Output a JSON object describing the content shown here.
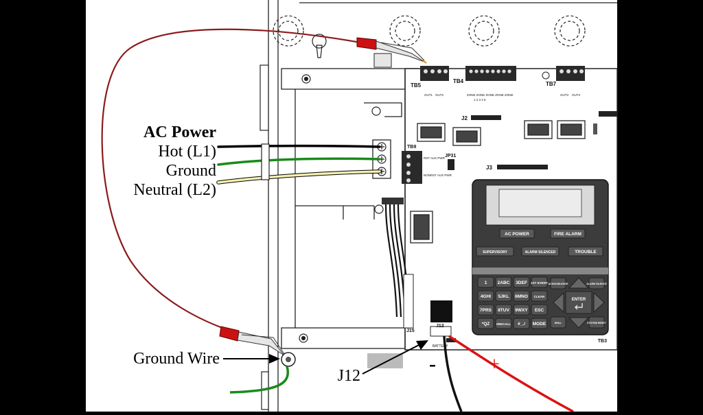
{
  "labels": {
    "ac_power_title": "AC Power",
    "hot": "Hot (L1)",
    "ground": "Ground",
    "neutral": "Neutral (L2)",
    "ground_wire": "Ground Wire",
    "j12_callout": "J12",
    "minus": "-",
    "plus": "+"
  },
  "board_labels": {
    "tb5": "TB5",
    "tb4": "TB4",
    "tb7": "TB7",
    "tb9": "TB9",
    "tb3": "TB3",
    "j2": "J2",
    "j3": "J3",
    "j12": "J12",
    "j15": "J15",
    "jp31": "JP31",
    "out1": "OUT1",
    "out2": "OUT2",
    "out3": "OUT3",
    "out4": "OUT4",
    "zone_header": "ZONE ZONE ZONE ZONE ZONE",
    "zone_numbers": "1 2 3 4 5",
    "tb9_rst": "RST AUX PWR",
    "tb9_nonrst": "NONRST AUX PWR",
    "battery": "BATTERY"
  },
  "panel": {
    "leds": [
      "AC POWER",
      "FIRE ALARM",
      "SUPERVISORY",
      "ALARM SILENCED",
      "TROUBLE"
    ],
    "keys": [
      [
        "1",
        "2ABC",
        "3DEF",
        "1ST EVENT"
      ],
      [
        "4GHI",
        "5JKL",
        "6MNO",
        "CLEAR"
      ],
      [
        "7PRS",
        "8TUV",
        "9WXY",
        "ESC"
      ],
      [
        "*QZ",
        "0RECALL",
        "#_./",
        "MODE"
      ]
    ],
    "side_keys": [
      "ACKNOWLEDGE",
      "ALARM SILENCE",
      "DRILL",
      "SYSTEM RESET"
    ],
    "enter_label": "ENTER"
  },
  "colors": {
    "hot_wire": "#000000",
    "ground_wire": "#1a8a1a",
    "neutral_wire": "#f4f0b0",
    "jumper_wire": "#8b1a1a",
    "battery_plus": "#dd1111",
    "panel_bg": "#3c3c3c"
  }
}
